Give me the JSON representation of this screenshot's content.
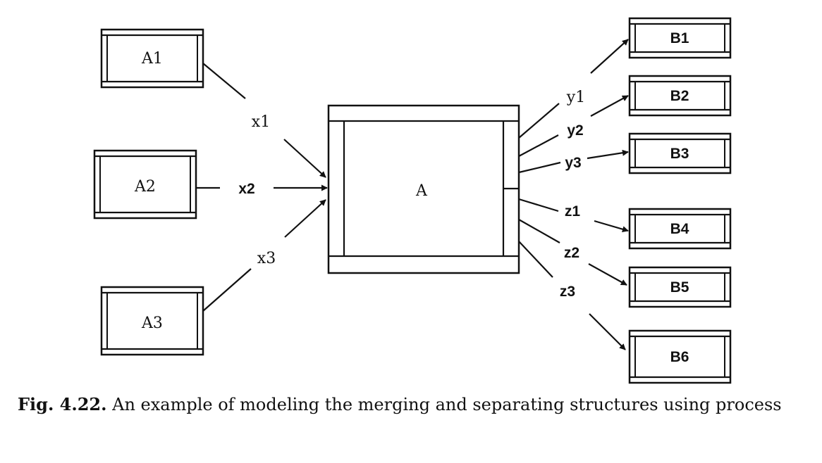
{
  "diagram": {
    "center": "A",
    "inputs": [
      "A1",
      "A2",
      "A3"
    ],
    "input_flows": [
      "x1",
      "x2",
      "x3"
    ],
    "outputs": [
      "B1",
      "B2",
      "B3",
      "B4",
      "B5",
      "B6"
    ],
    "output_flows": [
      "y1",
      "y2",
      "y3",
      "z1",
      "z2",
      "z3"
    ]
  },
  "caption": {
    "label": "Fig. 4.22.",
    "text": "An example of modeling the merging and separating structures using process"
  }
}
